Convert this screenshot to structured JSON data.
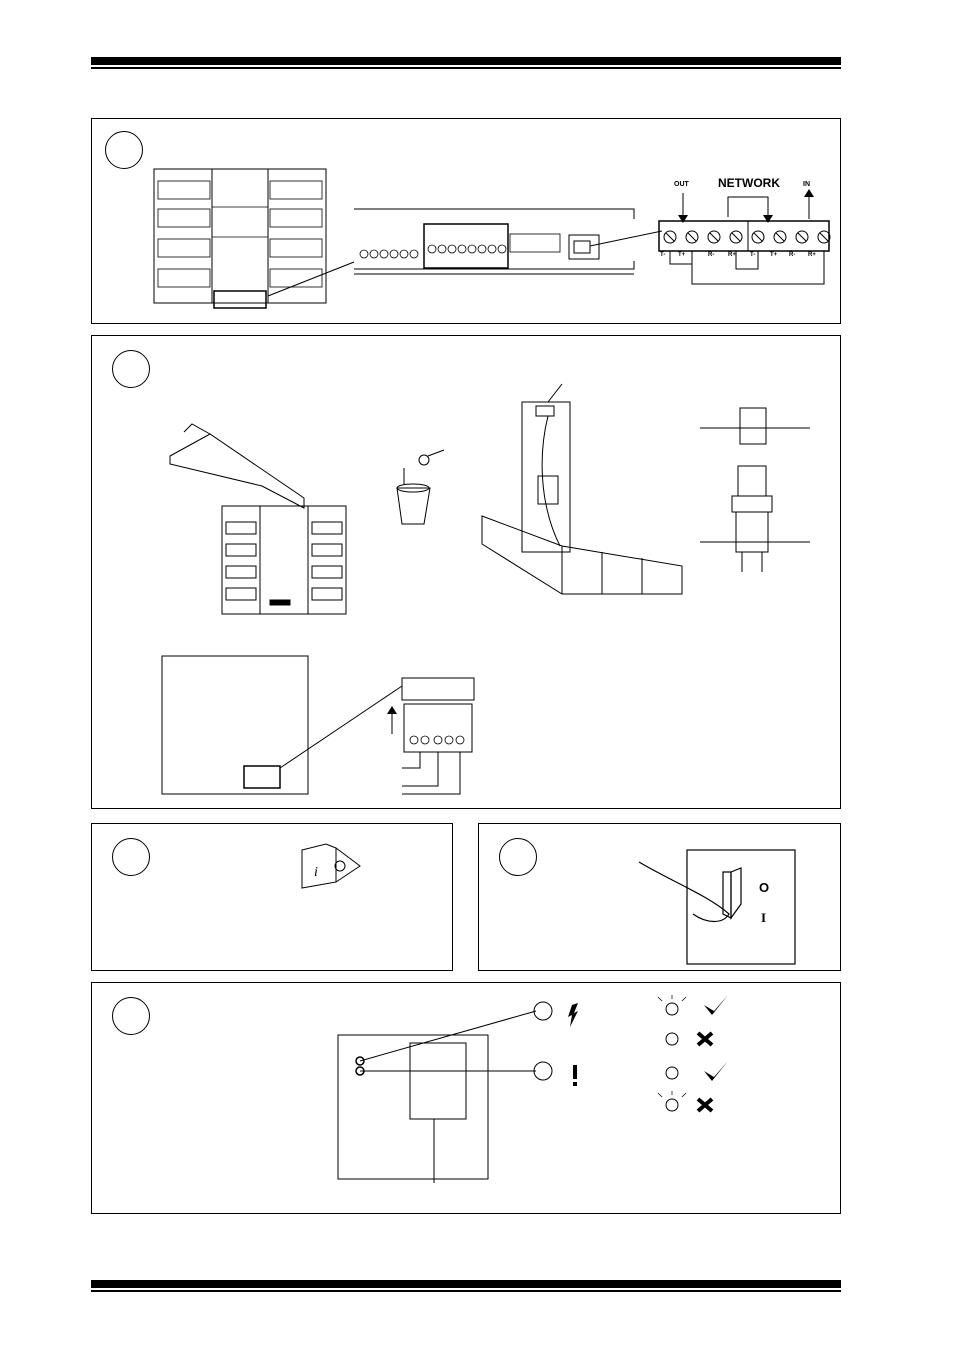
{
  "network_diagram": {
    "title": "NETWORK",
    "out_label": "OUT",
    "in_label": "IN",
    "terminals": [
      "T-",
      "T+",
      "R-",
      "R+",
      "T-",
      "T+",
      "R-",
      "R+"
    ]
  },
  "switch": {
    "off_label": "O",
    "on_label": "I"
  },
  "icons": {
    "power": "lightning-icon",
    "fault": "exclamation-icon",
    "info": "info-icon",
    "ok": "check-icon",
    "bad": "cross-icon"
  }
}
